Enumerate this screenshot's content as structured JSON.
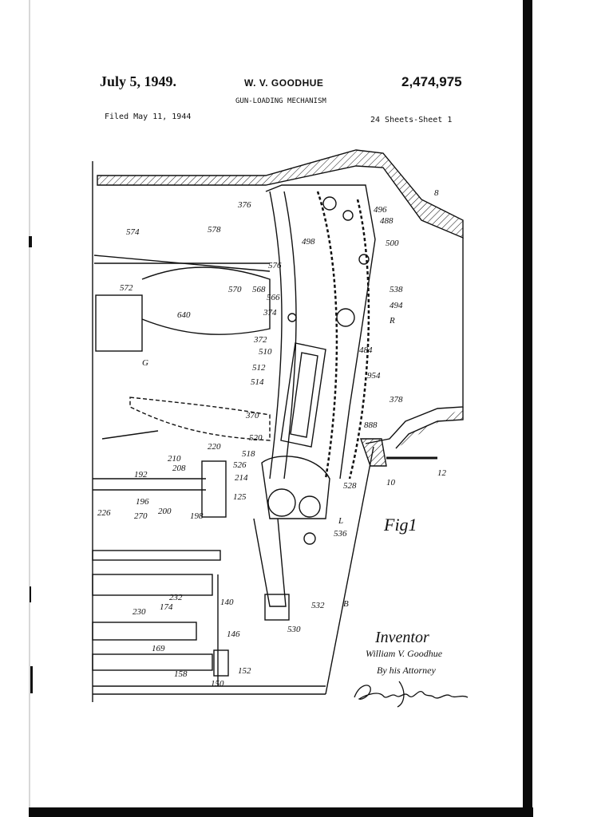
{
  "header": {
    "date": "July 5, 1949.",
    "inventor": "W. V. GOODHUE",
    "patent_number": "2,474,975",
    "title": "GUN-LOADING MECHANISM",
    "filed": "Filed May 11, 1944",
    "sheets": "24 Sheets-Sheet 1"
  },
  "figure": {
    "label": "Fig1",
    "reference_numerals": [
      "376",
      "8",
      "496",
      "488",
      "498",
      "500",
      "574",
      "578",
      "576",
      "572",
      "570",
      "568",
      "566",
      "374",
      "538",
      "494",
      "R",
      "640",
      "G",
      "372",
      "484",
      "510",
      "512",
      "954",
      "514",
      "378",
      "370",
      "888",
      "220",
      "520",
      "518",
      "210",
      "526",
      "208",
      "192",
      "214",
      "12",
      "10",
      "528",
      "196",
      "125",
      "226",
      "270",
      "200",
      "L",
      "198",
      "536",
      "232",
      "140",
      "230",
      "174",
      "532",
      "B",
      "146",
      "530",
      "169",
      "152",
      "158",
      "150"
    ]
  },
  "signature": {
    "heading": "Inventor",
    "name": "William V. Goodhue",
    "attorney_line": "By his Attorney"
  },
  "colors": {
    "ink": "#111111",
    "paper": "#ffffff",
    "scan_border": "#0a0a0a"
  }
}
